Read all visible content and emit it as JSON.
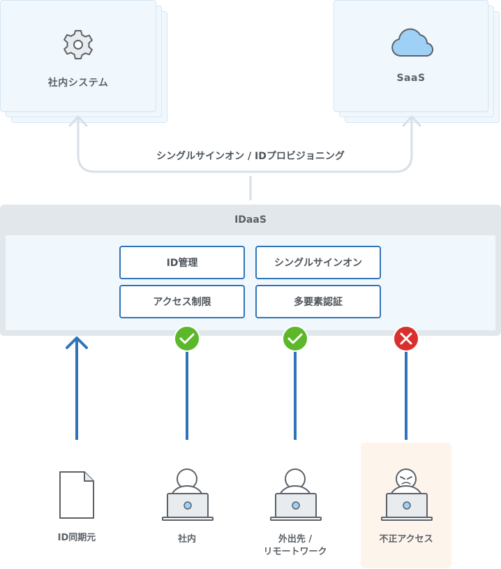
{
  "systems": {
    "internal": {
      "label": "社内システム",
      "icon": "gear-icon"
    },
    "saas": {
      "label": "SaaS",
      "icon": "cloud-icon"
    }
  },
  "connector": {
    "label": "シングルサインオン / IDプロビジョニング"
  },
  "idaas": {
    "title": "IDaaS",
    "features": [
      "ID管理",
      "シングルサインオン",
      "アクセス制限",
      "多要素認証"
    ]
  },
  "actors": [
    {
      "label": "ID同期元",
      "icon": "document-icon",
      "access": "sync"
    },
    {
      "label": "社内",
      "icon": "user-laptop-icon",
      "access": "allowed"
    },
    {
      "label_line1": "外出先 /",
      "label_line2": "リモートワーク",
      "icon": "user-laptop-icon",
      "access": "allowed"
    },
    {
      "label": "不正アクセス",
      "icon": "attacker-laptop-icon",
      "access": "blocked"
    }
  ],
  "colors": {
    "accent_blue": "#2f74b8",
    "check_green": "#5cb82a",
    "block_red": "#d9302d",
    "card_bg": "#f1f8fd",
    "cloud_blue": "#9fd0f5",
    "threat_bg": "#fdf4ec"
  }
}
